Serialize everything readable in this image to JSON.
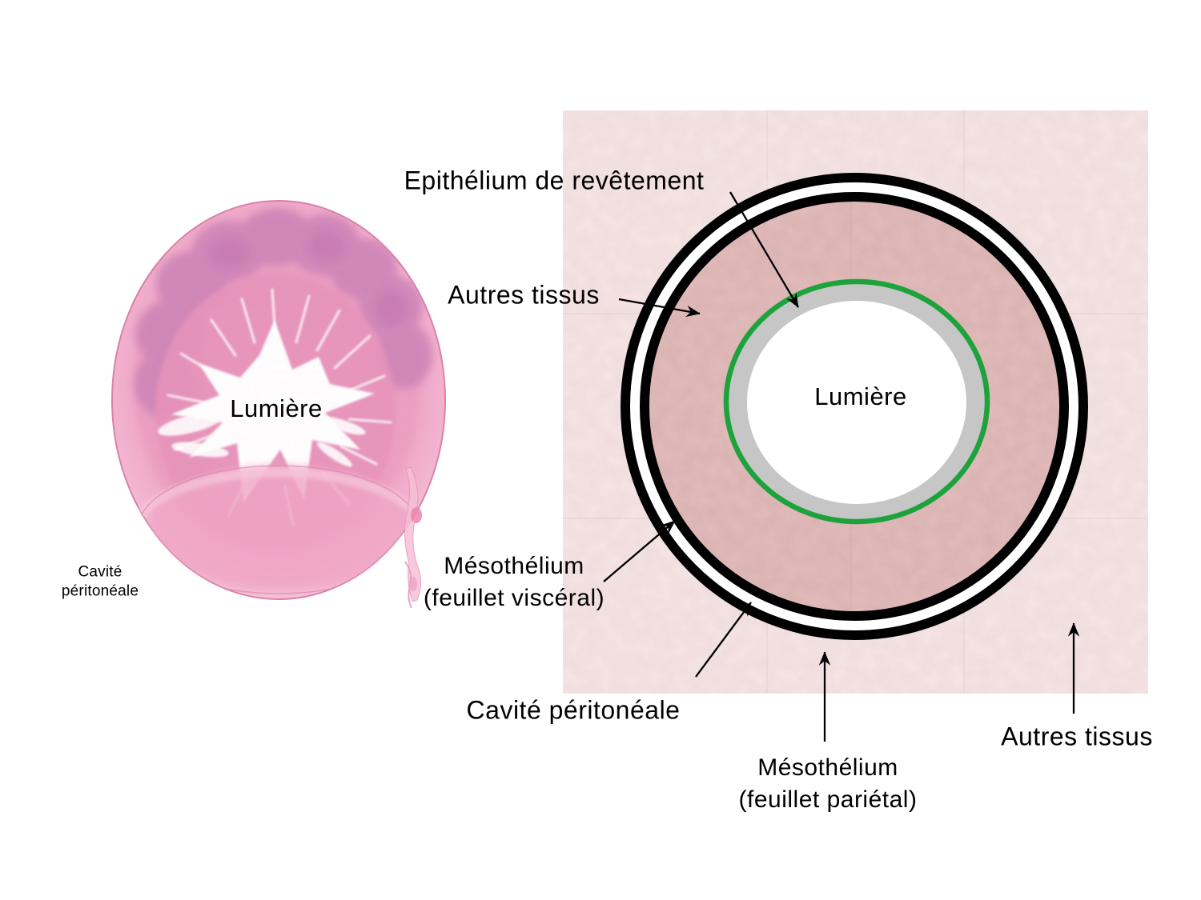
{
  "slide": {
    "background": "#ffffff"
  },
  "histology": {
    "lumen_label": "Lumière",
    "cavity_label_line1": "Cavité",
    "cavity_label_line2": "péritonéale"
  },
  "schematic": {
    "labels": {
      "epithelium": "Epithélium de revêtement",
      "autres_tissus_left": "Autres tissus",
      "lumen": "Lumière",
      "mesothelium_visceral_line1": "Mésothélium",
      "mesothelium_visceral_line2": "(feuillet viscéral)",
      "cavite_peritoneale": "Cavité péritonéale",
      "mesothelium_parietal_line1": "Mésothélium",
      "mesothelium_parietal_line2": "(feuillet pariétal)",
      "autres_tissus_right": "Autres tissus"
    },
    "colors": {
      "square_fill": "#f6e6e6",
      "tissue_fill": "#e3bcbc",
      "epithelium_gray": "#c6c6c6",
      "green_ring": "#1ca33c",
      "ring_black": "#000000",
      "lumen_white": "#ffffff",
      "histology_pink": "#f0a2c4",
      "label_text": "#000000"
    }
  }
}
